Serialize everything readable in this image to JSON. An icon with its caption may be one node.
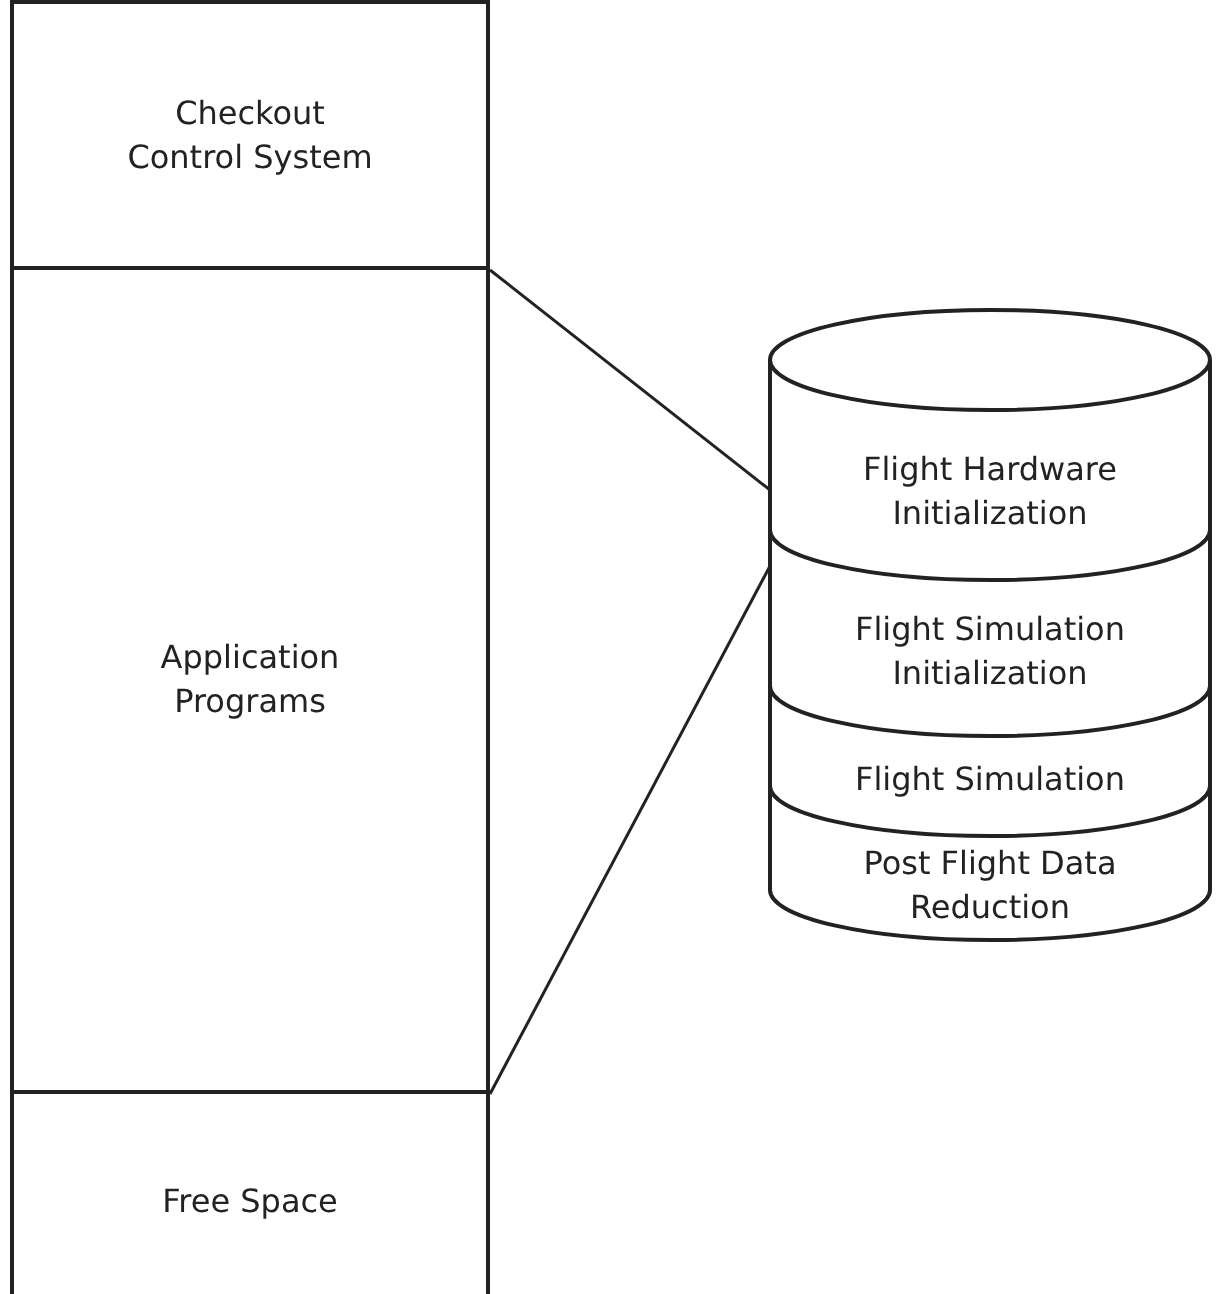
{
  "diagram": {
    "nodes": [
      {
        "text": [
          "Checkout Control System"
        ]
      },
      {
        "text": [
          "Application Programs"
        ]
      },
      {
        "text": [
          "Free Space"
        ]
      },
      {
        "text": [],
        "shape": "cylinder"
      },
      {
        "text": [
          "Flight Hardware Initialization"
        ],
        "in": 3
      },
      {
        "text": [
          "Flight Simulation Initialization"
        ],
        "in": 3
      },
      {
        "text": [
          "Flight Simulation"
        ],
        "in": 3
      },
      {
        "text": [
          "Post Flight Data Reduction"
        ],
        "in": 3
      }
    ],
    "edges": [
      {
        "from": 1,
        "to": 4,
        "arrow": "none"
      },
      {
        "from": 1,
        "to": 4,
        "arrow": "none"
      }
    ]
  }
}
